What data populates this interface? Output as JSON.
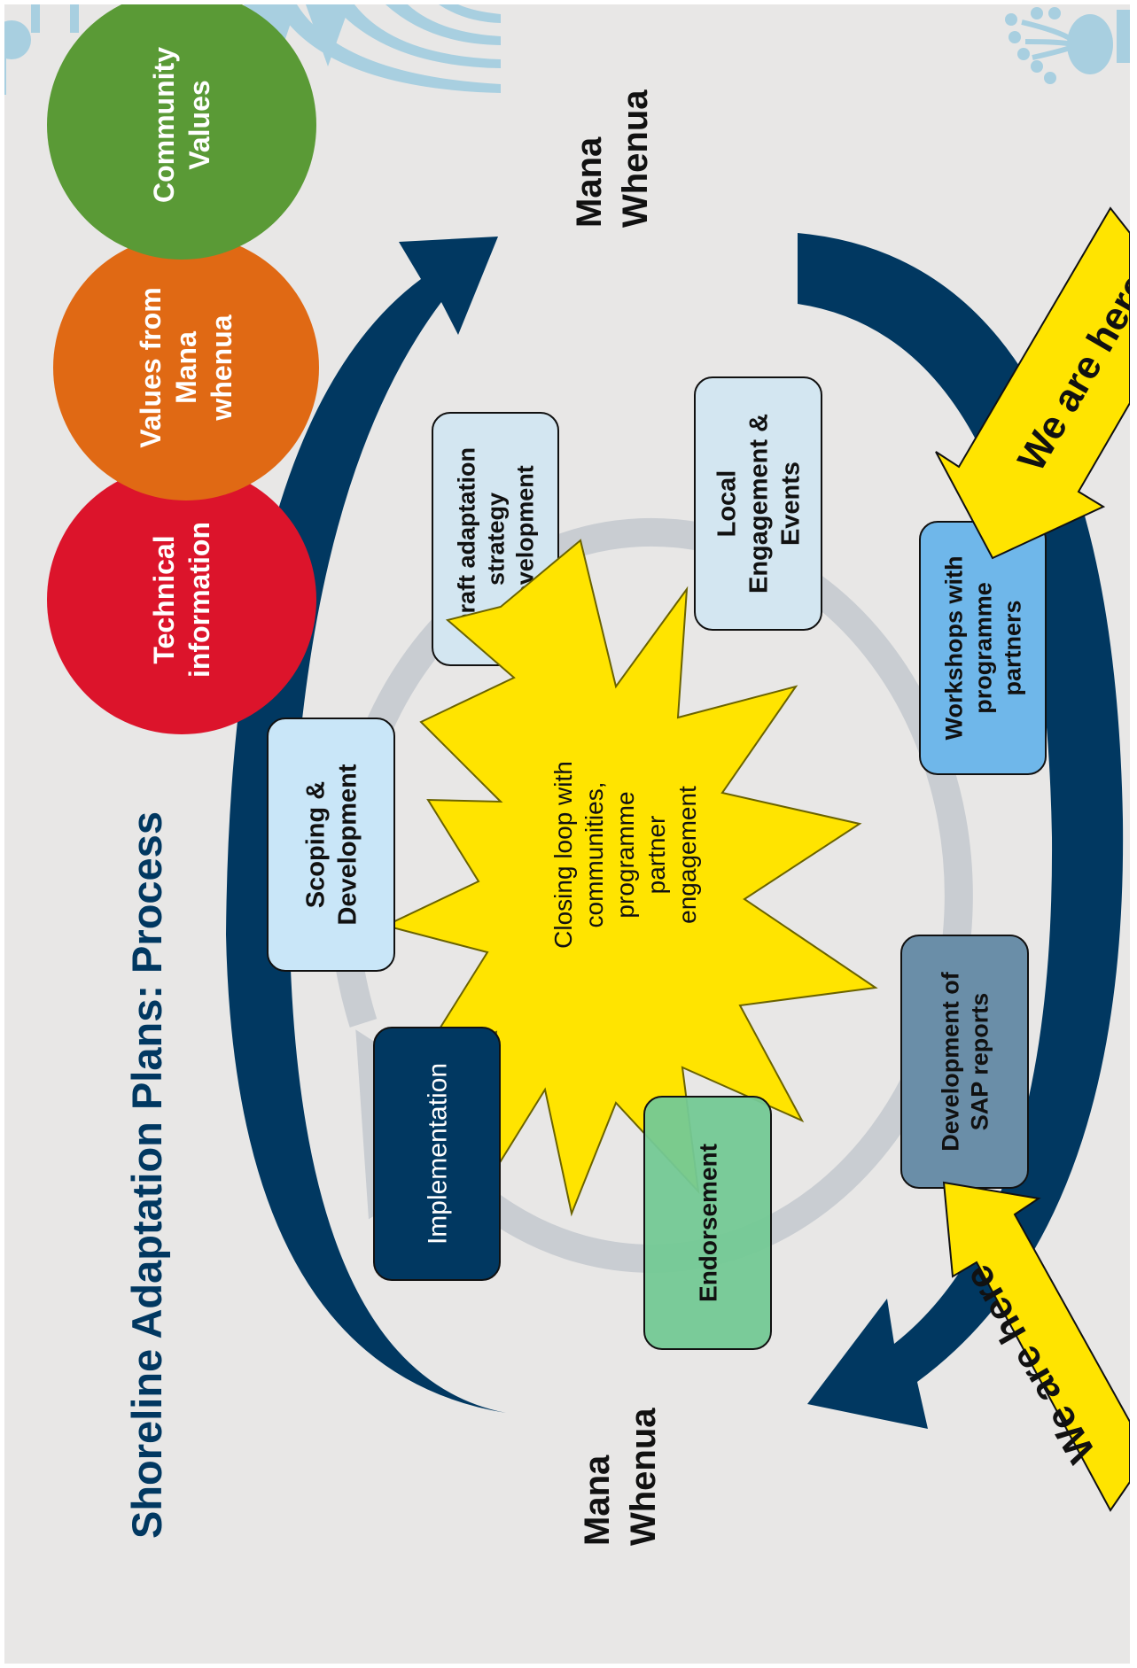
{
  "slide": {
    "title": "Shoreline Adaptation Plans: Process",
    "inputs": [
      {
        "label": [
          "Technical",
          "information"
        ],
        "color": "#dc142b"
      },
      {
        "label": [
          "Values from",
          "Mana",
          "whenua"
        ],
        "color": "#e06914"
      },
      {
        "label": [
          "Community",
          "Values"
        ],
        "color": "#5a9a36"
      }
    ],
    "mana_whenua": [
      "Mana",
      "Whenua"
    ],
    "stages": [
      {
        "label": [
          "Scoping &",
          "Development"
        ],
        "fill": "#c9e6f8",
        "text_color": "#111111"
      },
      {
        "label": [
          "Draft adaptation",
          "strategy",
          "development"
        ],
        "fill": "#d3e6f1",
        "text_color": "#111111"
      },
      {
        "label": [
          "Local",
          "Engagement &",
          "Events"
        ],
        "fill": "#d3e6f1",
        "text_color": "#111111"
      },
      {
        "label": [
          "Workshops with",
          "programme",
          "partners"
        ],
        "fill": "#6fb7ea",
        "text_color": "#111111"
      },
      {
        "label": [
          "Development of",
          "SAP reports"
        ],
        "fill": "#6a8ea8",
        "text_color": "#111111"
      },
      {
        "label": [
          "Endorsement"
        ],
        "fill": "#74c995",
        "text_color": "#111111"
      },
      {
        "label": [
          "Implementation"
        ],
        "fill": "#013861",
        "text_color": "#ffffff"
      }
    ],
    "burst": {
      "label": [
        "Closing loop with",
        "communities,",
        "programme",
        "partner",
        "engagement"
      ],
      "color": "#ffe400"
    },
    "we_are_here": "We are here",
    "colors": {
      "navy": "#013861",
      "ring": "#c9cdd2",
      "background": "#e8e7e6",
      "decor": "#a8cfe0"
    }
  }
}
